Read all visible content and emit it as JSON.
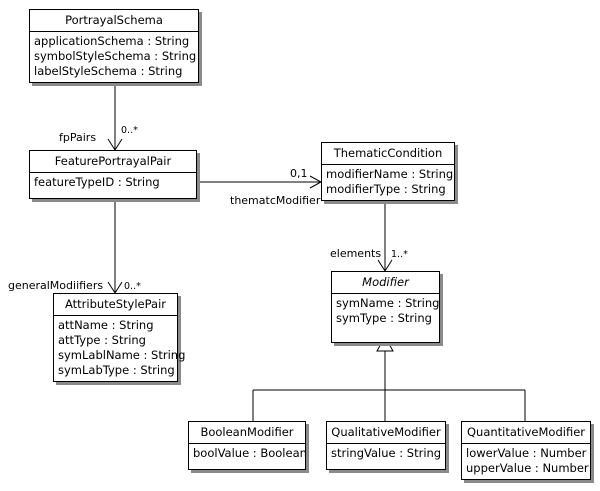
{
  "classes": {
    "portrayal_schema": {
      "name": "PortrayalSchema",
      "attributes": [
        "applicationSchema : String",
        "symbolStyleSchema : String",
        "labelStyleSchema : String"
      ]
    },
    "feature_portrayal_pair": {
      "name": "FeaturePortrayalPair",
      "attributes": [
        "featureTypeID : String"
      ]
    },
    "thematic_condition": {
      "name": "ThematicCondition",
      "attributes": [
        "modifierName : String",
        "modifierType : String"
      ]
    },
    "attribute_style_pair": {
      "name": "AttributeStylePair",
      "attributes": [
        "attName : String",
        "attType : String",
        "symLablName : String",
        "symLabType : String"
      ]
    },
    "modifier": {
      "name": "Modifier",
      "attributes": [
        "symName : String",
        "symType : String"
      ]
    },
    "boolean_modifier": {
      "name": "BooleanModifier",
      "attributes": [
        "boolValue : Boolean"
      ]
    },
    "qualitative_modifier": {
      "name": "QualitativeModifier",
      "attributes": [
        "stringValue : String"
      ]
    },
    "quantitative_modifier": {
      "name": "QuantitativeModifier",
      "attributes": [
        "lowerValue : Number",
        "upperValue : Number"
      ]
    }
  },
  "associations": {
    "fp_pairs": {
      "role": "fpPairs",
      "multiplicity": "0..*"
    },
    "thematic_modifier": {
      "role": "thematcModifier",
      "multiplicity": "0,1"
    },
    "general_modifiers": {
      "role": "generalModiifiers",
      "multiplicity": "0..*"
    },
    "elements": {
      "role": "elements",
      "multiplicity": "1..*"
    }
  }
}
